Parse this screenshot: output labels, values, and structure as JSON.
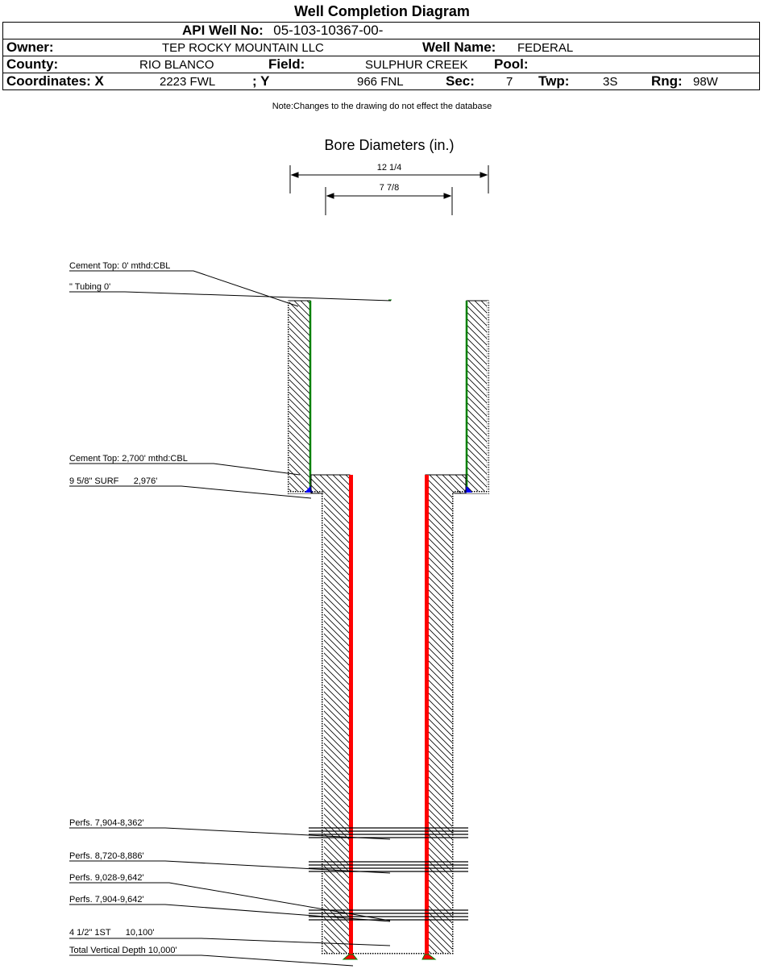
{
  "title": "Well Completion Diagram",
  "header": {
    "api_label": "API Well No:",
    "api_value": "05-103-10367-00-",
    "owner_label": "Owner:",
    "owner_value": "TEP ROCKY MOUNTAIN LLC",
    "well_name_label": "Well Name:",
    "well_name_value": "FEDERAL",
    "county_label": "County:",
    "county_value": "RIO BLANCO",
    "field_label": "Field:",
    "field_value": "SULPHUR CREEK",
    "pool_label": "Pool:",
    "coord_x_label": "Coordinates: X",
    "coord_x_value": "2223 FWL",
    "coord_y_label": "; Y",
    "coord_y_value": "966 FNL",
    "sec_label": "Sec:",
    "sec_value": "7",
    "twp_label": "Twp:",
    "twp_value": "3S",
    "rng_label": "Rng:",
    "rng_value": "98W"
  },
  "note": "Note:Changes to the drawing do not effect the database",
  "bore": {
    "title": "Bore Diameters (in.)",
    "outer": "12 1/4",
    "inner": "7 7/8"
  },
  "labels": {
    "cement_top_1": "Cement Top: 0' mthd:CBL",
    "tubing": "\" Tubing 0'",
    "cement_top_2": "Cement Top: 2,700' mthd:CBL",
    "surf_casing": "9 5/8\" SURF      2,976'",
    "perf1": "Perfs. 7,904-8,362'",
    "perf2": "Perfs. 8,720-8,886'",
    "perf3": "Perfs. 9,028-9,642'",
    "perf4": "Perfs. 7,904-9,642'",
    "prod_casing": "4 1/2\" 1ST      10,100'",
    "tvd": "Total Vertical Depth 10,000'"
  },
  "colors": {
    "casing": "#ff0000",
    "cement": "#008000",
    "shoe": "#0000ff"
  }
}
